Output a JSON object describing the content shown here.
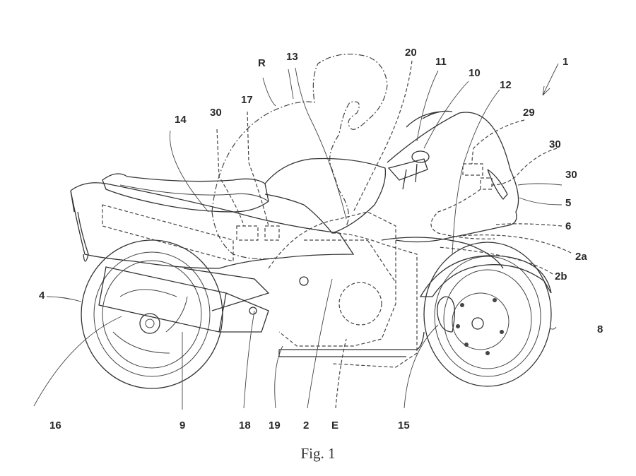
{
  "figure": {
    "caption": "Fig. 1",
    "subject": "Motorcycle side view patent drawing",
    "reference_labels": [
      {
        "id": "1",
        "text": "1"
      },
      {
        "id": "R",
        "text": "R"
      },
      {
        "id": "13",
        "text": "13"
      },
      {
        "id": "20",
        "text": "20"
      },
      {
        "id": "11",
        "text": "11"
      },
      {
        "id": "10",
        "text": "10"
      },
      {
        "id": "12",
        "text": "12"
      },
      {
        "id": "29",
        "text": "29"
      },
      {
        "id": "30a",
        "text": "30"
      },
      {
        "id": "30b",
        "text": "30"
      },
      {
        "id": "30c",
        "text": "30"
      },
      {
        "id": "14",
        "text": "14"
      },
      {
        "id": "17",
        "text": "17"
      },
      {
        "id": "5",
        "text": "5"
      },
      {
        "id": "6",
        "text": "6"
      },
      {
        "id": "2a",
        "text": "2a"
      },
      {
        "id": "2b",
        "text": "2b"
      },
      {
        "id": "4",
        "text": "4"
      },
      {
        "id": "8",
        "text": "8"
      },
      {
        "id": "16",
        "text": "16"
      },
      {
        "id": "9",
        "text": "9"
      },
      {
        "id": "18",
        "text": "18"
      },
      {
        "id": "19",
        "text": "19"
      },
      {
        "id": "2",
        "text": "2"
      },
      {
        "id": "E",
        "text": "E"
      },
      {
        "id": "15",
        "text": "15"
      }
    ]
  }
}
